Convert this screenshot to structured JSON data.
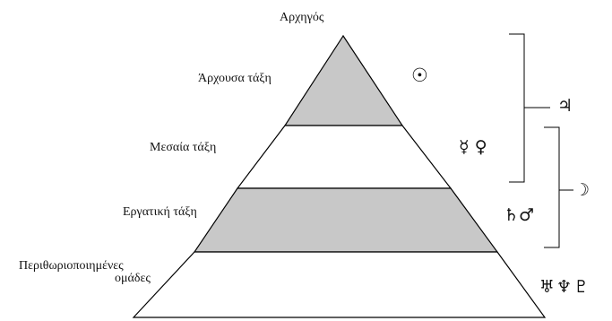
{
  "diagram": {
    "apex_label": "Αρχηγός",
    "tiers": [
      {
        "label": "Άρχουσα τάξη",
        "symbols": "☉"
      },
      {
        "label": "Μεσαία τάξη",
        "symbols": "☿ ♀"
      },
      {
        "label": "Εργατική τάξη",
        "symbols": "♄♂"
      },
      {
        "label_line1": "Περιθωριοποιημένες",
        "label_line2": "ομάδες",
        "symbols": "♅♆♇"
      }
    ],
    "brackets": [
      {
        "symbol": "♃"
      },
      {
        "symbol": "☽"
      }
    ],
    "colors": {
      "shaded": "#c8c8c8",
      "unshaded": "#ffffff",
      "line": "#000000"
    }
  }
}
